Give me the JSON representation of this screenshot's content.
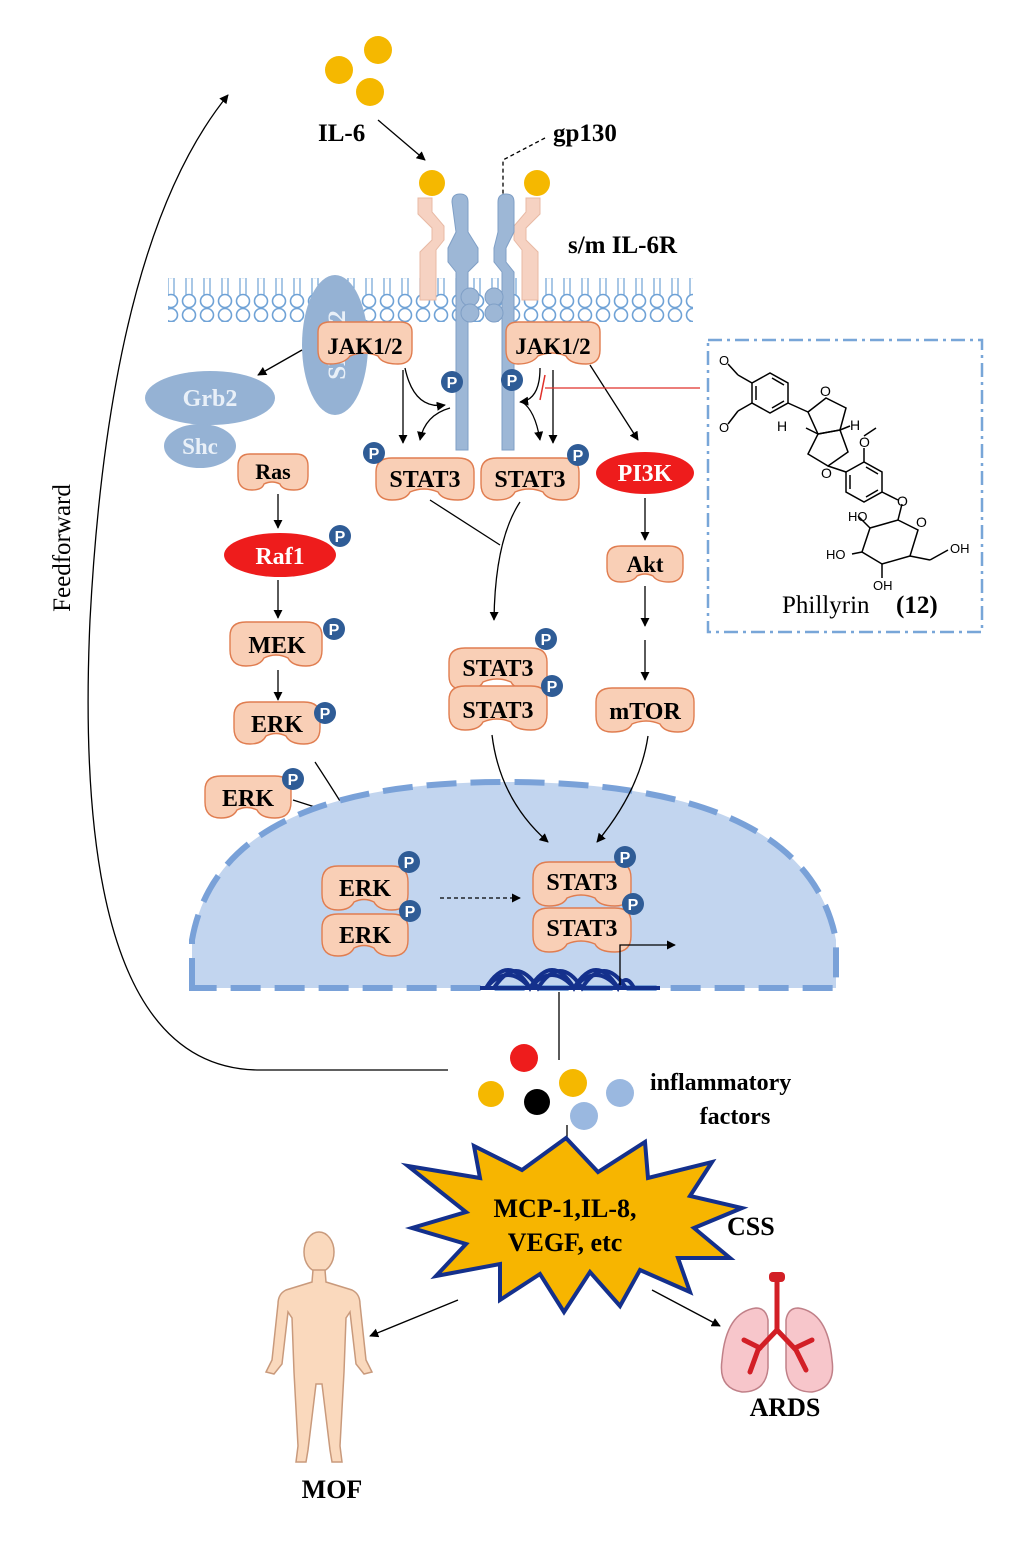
{
  "labels": {
    "il6": "IL-6",
    "gp130": "gp130",
    "receptor": "s/m IL-6R",
    "shp2": "SHP-2",
    "grb2": "Grb2",
    "shc": "Shc",
    "ras": "Ras",
    "raf1": "Raf1",
    "mek": "MEK",
    "erk": "ERK",
    "jak_left": "JAK1/2",
    "jak_right": "JAK1/2",
    "stat3": "STAT3",
    "pi3k": "PI3K",
    "akt": "Akt",
    "mtor": "mTOR",
    "feedforward": "Feedforward",
    "inflammatory_line1": "inflammatory",
    "inflammatory_line2": "factors",
    "css_line1": "MCP-1,IL-8,",
    "css_line2": "VEGF, etc",
    "css": "CSS",
    "mof": "MOF",
    "ards": "ARDS",
    "phosphate": "P"
  },
  "compound": {
    "name": "Phillyrin",
    "number": "(12)",
    "atoms": {
      "o": "O",
      "h": "H",
      "oh": "OH",
      "ho": "HO"
    }
  },
  "colors": {
    "ligand": "#f5b800",
    "receptor": "#f6d2c2",
    "gp130": "#9db7d6",
    "membrane": "#9ec3ea",
    "protein_fill": "#f9cfb6",
    "protein_stroke": "#e07d50",
    "kinase_red": "#ee1c1c",
    "adaptor_blue": "#95b2d4",
    "nucleus": "#c2d5ef",
    "nucleus_border": "#79a1d8",
    "phospho": "#2f5c96",
    "star": "#f7b500",
    "dna": "#14308c",
    "factor_red": "#ee1c1c",
    "factor_black": "#000000",
    "factor_blue": "#9ab8e0"
  },
  "icons": [
    "human-body-icon",
    "lungs-icon",
    "dna-helix-icon"
  ]
}
